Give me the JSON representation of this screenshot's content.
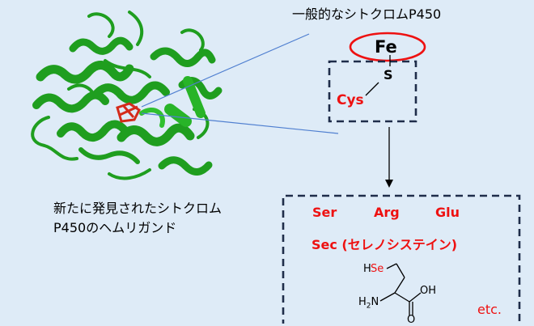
{
  "labels": {
    "general_title": "一般的なシトクロムP450",
    "fe": "Fe",
    "s": "S",
    "cys": "Cys",
    "new_title_line1": "新たに発見されたシトクロム",
    "new_title_line2": "P450のヘムリガンド"
  },
  "ligands": {
    "ser": "Ser",
    "arg": "Arg",
    "glu": "Glu",
    "sec": "Sec (セレノシステイン)",
    "etc": "etc."
  },
  "molecule": {
    "h": "H",
    "se": "Se",
    "oh": "OH",
    "o": "O",
    "h2n_h": "H",
    "h2n_2": "2",
    "h2n_n": "N"
  },
  "colors": {
    "background": "#deebf7",
    "accent_red": "#ee1111",
    "box_border": "#1f2d4a",
    "protein_green": "#22bb22"
  }
}
